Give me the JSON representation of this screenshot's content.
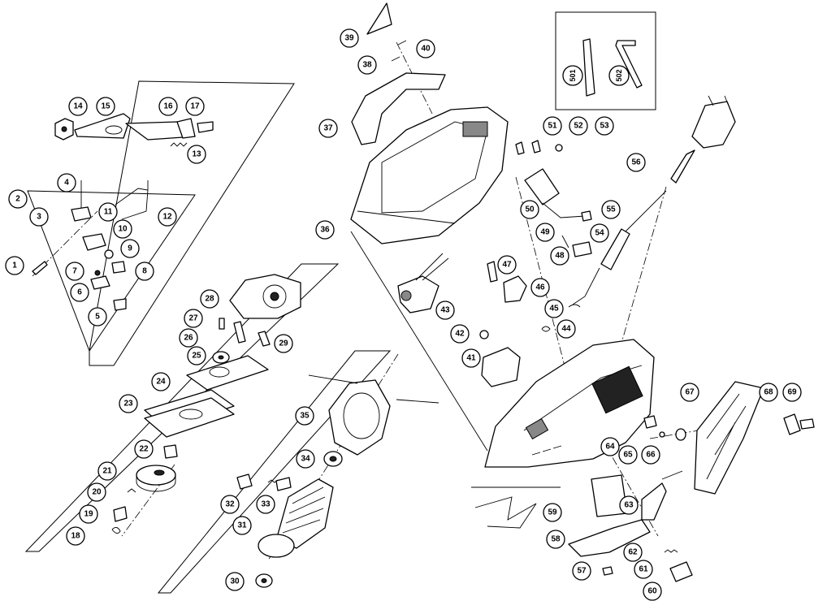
{
  "callouts": {
    "c1": "1",
    "c2": "2",
    "c3": "3",
    "c4": "4",
    "c5": "5",
    "c6": "6",
    "c7": "7",
    "c8": "8",
    "c9": "9",
    "c10": "10",
    "c11": "11",
    "c12": "12",
    "c13": "13",
    "c14": "14",
    "c15": "15",
    "c16": "16",
    "c17": "17",
    "c18": "18",
    "c19": "19",
    "c20": "20",
    "c21": "21",
    "c22": "22",
    "c23": "23",
    "c24": "24",
    "c25": "25",
    "c26": "26",
    "c27": "27",
    "c28": "28",
    "c29": "29",
    "c30": "30",
    "c31": "31",
    "c32": "32",
    "c33": "33",
    "c34": "34",
    "c35": "35",
    "c36": "36",
    "c37": "37",
    "c38": "38",
    "c39": "39",
    "c40": "40",
    "c41": "41",
    "c42": "42",
    "c43": "43",
    "c44": "44",
    "c45": "45",
    "c46": "46",
    "c47": "47",
    "c48": "48",
    "c49": "49",
    "c50": "50",
    "c51": "51",
    "c52": "52",
    "c53": "53",
    "c54": "54",
    "c55": "55",
    "c56": "56",
    "c57": "57",
    "c58": "58",
    "c59": "59",
    "c60": "60",
    "c61": "61",
    "c62": "62",
    "c63": "63",
    "c64": "64",
    "c65": "65",
    "c66": "66",
    "c67": "67",
    "c68": "68",
    "c69": "69",
    "c501": "501",
    "c502": "502"
  }
}
